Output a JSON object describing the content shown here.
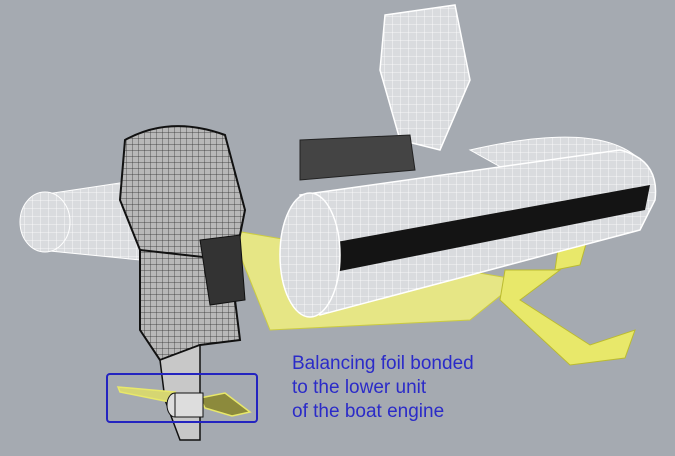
{
  "annotation": {
    "lines": [
      "Balancing foil bonded",
      "to the lower unit",
      "of the boat engine"
    ]
  },
  "colors": {
    "background": "#a5aab1",
    "annotation": "#2b2bc8",
    "foil_highlight": "#e8e86a",
    "wireframe": "#ffffff",
    "engine": "#3a3a3a"
  }
}
